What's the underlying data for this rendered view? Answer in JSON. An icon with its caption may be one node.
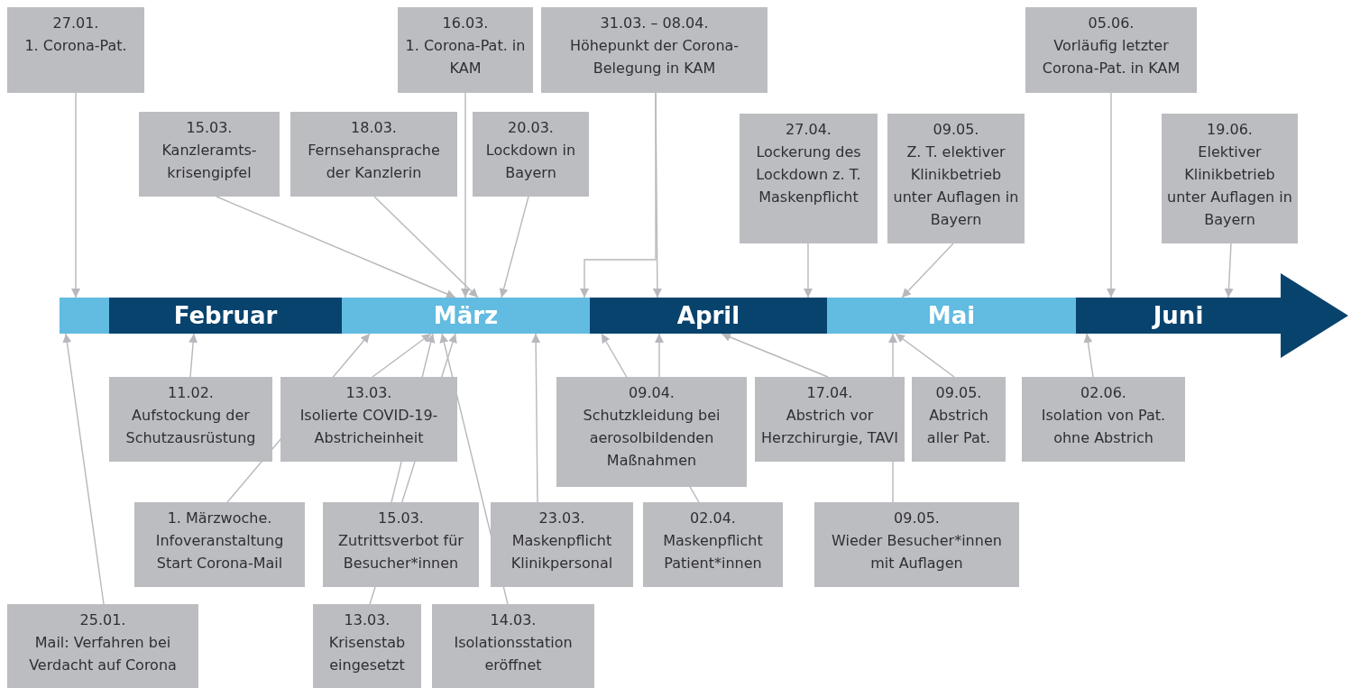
{
  "diagram": {
    "nodes": [
      {
        "text": [],
        "shape": "bar"
      },
      {
        "text": [
          "Februar"
        ]
      },
      {
        "text": [
          "März"
        ]
      },
      {
        "text": [
          "April"
        ]
      },
      {
        "text": [
          "Mai"
        ]
      },
      {
        "text": [
          "Juni"
        ]
      },
      {
        "text": [
          "27.01.",
          "1. Corona-Pat."
        ]
      },
      {
        "text": [
          "16.03.",
          "1. Corona-Pat. in KAM"
        ]
      },
      {
        "text": [
          "31.03. – 08.04.",
          "Höhepunkt der Corona-Belegung in KAM"
        ]
      },
      {
        "text": [
          "05.06.",
          "Vorläufig letzter Corona-Pat. in KAM"
        ]
      },
      {
        "text": [
          "15.03.",
          "Kanzleramts- krisengipfel"
        ]
      },
      {
        "text": [
          "18.03.",
          "Fernsehansprache der Kanzlerin"
        ]
      },
      {
        "text": [
          "20.03.",
          "Lockdown in Bayern"
        ]
      },
      {
        "text": [
          "27.04.",
          "Lockerung des Lockdown z. T. Maskenpflicht"
        ]
      },
      {
        "text": [
          "09.05.",
          "Z. T. elektiver Klinikbetrieb unter Auflagen in Bayern"
        ]
      },
      {
        "text": [
          "19.06.",
          "Elektiver Klinikbetrieb unter Auflagen in Bayern"
        ]
      },
      {
        "text": [
          "11.02.",
          "Aufstockung der Schutzausrüstung"
        ]
      },
      {
        "text": [
          "13.03.",
          "Isolierte COVID-19- Abstricheinheit"
        ]
      },
      {
        "text": [
          "09.04.",
          "Schutzkleidung bei aerosolbildenden Maßnahmen"
        ]
      },
      {
        "text": [
          "17.04.",
          "Abstrich vor Herzchirurgie, TAVI"
        ]
      },
      {
        "text": [
          "09.05.",
          "Abstrich aller Pat."
        ]
      },
      {
        "text": [
          "02.06.",
          "Isolation von Pat. ohne Abstrich"
        ]
      },
      {
        "text": [
          "1. Märzwoche.",
          "Infoveranstaltung Start Corona-Mail"
        ]
      },
      {
        "text": [
          "15.03.",
          "Zutrittsverbot für Besucher*innen"
        ]
      },
      {
        "text": [
          "23.03.",
          "Maskenpflicht Klinikpersonal"
        ]
      },
      {
        "text": [
          "02.04.",
          "Maskenpflicht Patient*innen"
        ]
      },
      {
        "text": [
          "09.05.",
          "Wieder Besucher*innen mit Auflagen"
        ]
      },
      {
        "text": [
          "25.01.",
          "Mail: Verfahren bei Verdacht auf Corona"
        ]
      },
      {
        "text": [
          "13.03.",
          "Krisenstab eingesetzt"
        ]
      },
      {
        "text": [
          "14.03.",
          "Isolationsstation eröffnet"
        ]
      }
    ],
    "edges": [
      {
        "from": 6,
        "to": 0,
        "arrow": "to"
      },
      {
        "from": 7,
        "to": 2,
        "arrow": "to"
      },
      {
        "from": 8,
        "to": 2,
        "arrow": "to"
      },
      {
        "from": 8,
        "to": 3,
        "arrow": "to"
      },
      {
        "from": 9,
        "to": 5,
        "arrow": "to"
      },
      {
        "from": 10,
        "to": 2,
        "arrow": "to"
      },
      {
        "from": 11,
        "to": 2,
        "arrow": "to"
      },
      {
        "from": 12,
        "to": 2,
        "arrow": "to"
      },
      {
        "from": 13,
        "to": 3,
        "arrow": "to"
      },
      {
        "from": 14,
        "to": 4,
        "arrow": "to"
      },
      {
        "from": 15,
        "to": 5,
        "arrow": "to"
      },
      {
        "from": 16,
        "to": 1,
        "arrow": "to"
      },
      {
        "from": 17,
        "to": 2,
        "arrow": "to"
      },
      {
        "from": 22,
        "to": 2,
        "arrow": "to"
      },
      {
        "from": 23,
        "to": 2,
        "arrow": "to"
      },
      {
        "from": 28,
        "to": 2,
        "arrow": "to"
      },
      {
        "from": 29,
        "to": 2,
        "arrow": "to"
      },
      {
        "from": 24,
        "to": 2,
        "arrow": "to"
      },
      {
        "from": 18,
        "to": 3,
        "arrow": "to"
      },
      {
        "from": 25,
        "to": 3,
        "arrow": "to"
      },
      {
        "from": 19,
        "to": 3,
        "arrow": "to"
      },
      {
        "from": 26,
        "to": 4,
        "arrow": "to"
      },
      {
        "from": 20,
        "to": 4,
        "arrow": "to"
      },
      {
        "from": 21,
        "to": 5,
        "arrow": "to"
      },
      {
        "from": 27,
        "to": 0,
        "arrow": "to"
      }
    ]
  }
}
